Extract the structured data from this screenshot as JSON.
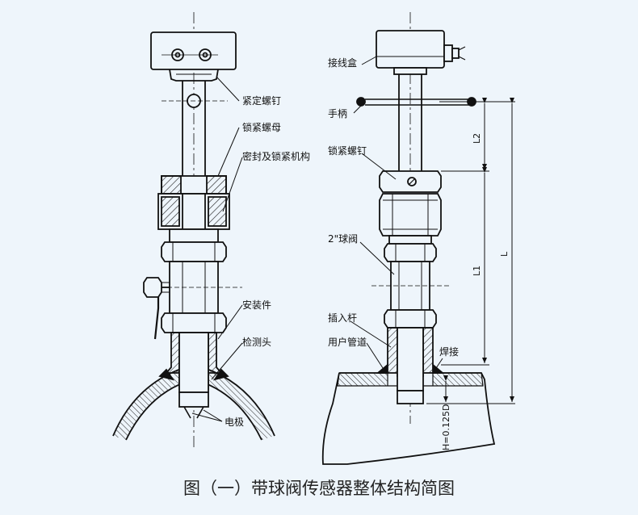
{
  "left_figure": {
    "labels": {
      "set_screw": "紧定螺钉",
      "lock_nut": "锁紧螺母",
      "seal_lock": "密封及锁紧机构",
      "mount": "安装件",
      "detector_head": "检测头",
      "electrode": "电极"
    }
  },
  "right_figure": {
    "labels": {
      "junction_box": "接线盒",
      "handle": "手柄",
      "lock_screw": "锁紧螺钉",
      "ball_valve": "2\"球阀",
      "insert_rod": "插入杆",
      "user_pipe": "用户管道",
      "weld": "焊接"
    },
    "dimensions": {
      "l2": "L2",
      "l1": "L1",
      "l": "L",
      "h": "H=0.125D"
    }
  },
  "caption": "图（一）带球阀传感器整体结构简图"
}
